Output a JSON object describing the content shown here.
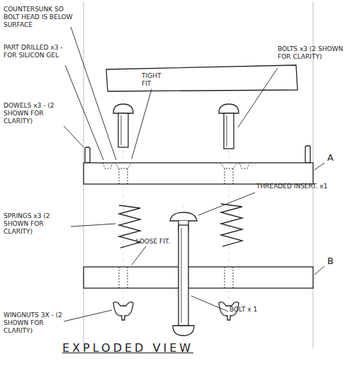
{
  "diagram": {
    "title": "EXPLODED VIEW",
    "labels": [
      "COUNTERSUNK SO BOLT HEAD IS BELOW SURFACE",
      "PART DRILLED x3 - FOR SILICON GEL",
      "TIGHT FIT",
      "BOLTS x3 (2 SHOWN FOR CLARITY)",
      "DOWELS x3 - (2 SHOWN FOR CLARITY)",
      "A",
      "SPRINGS x3 (2 SHOWN FOR CLARITY)",
      "LOOSE FIT.",
      "THREADED INSERT. x1",
      "B",
      "WINGNUTS 3X - (2 SHOWN FOR CLARITY)",
      "BOLT x 1"
    ]
  }
}
